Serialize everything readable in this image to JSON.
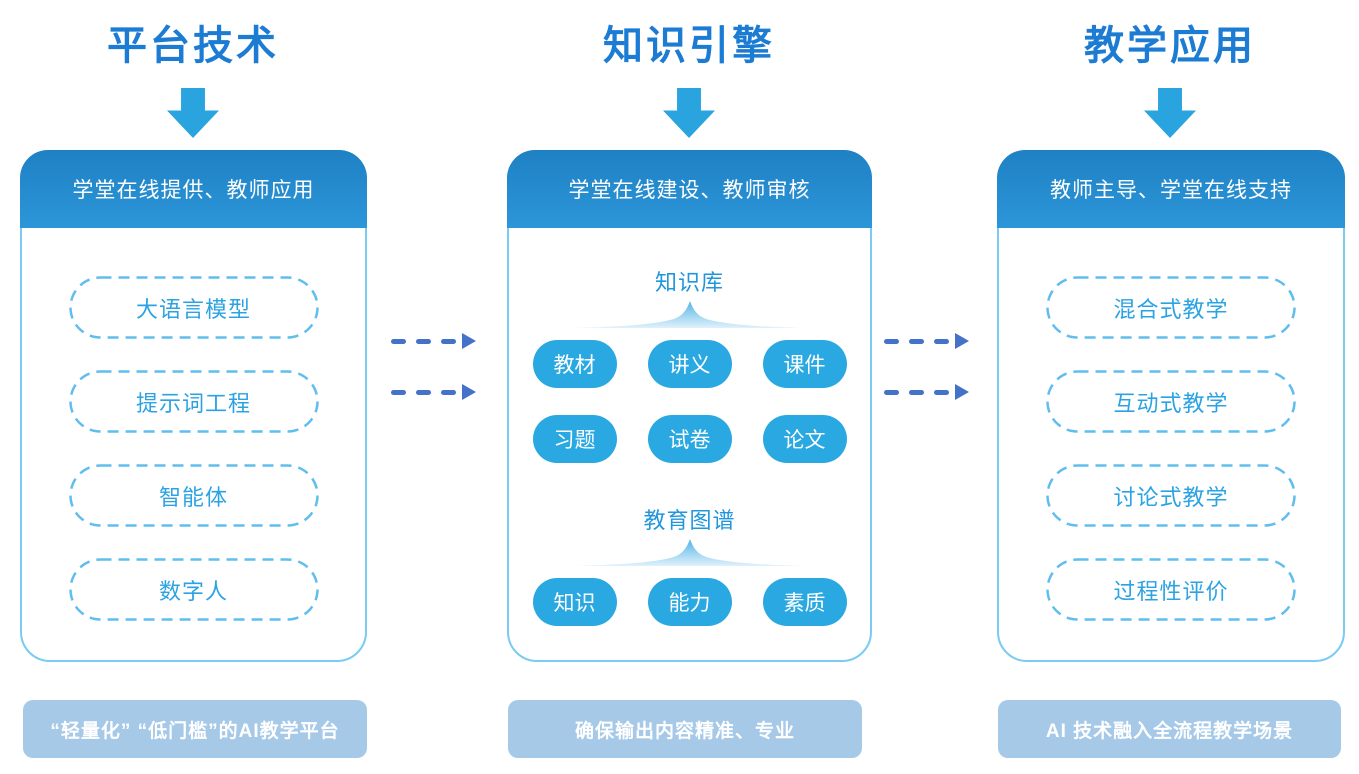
{
  "columns": [
    {
      "title": "平台技术",
      "card_header": "学堂在线提供、教师应用",
      "items": [
        "大语言模型",
        "提示词工程",
        "智能体",
        "数字人"
      ],
      "banner": "“轻量化” “低门槛”的AI教学平台"
    },
    {
      "title": "知识引擎",
      "card_header": "学堂在线建设、教师审核",
      "sections": [
        {
          "label": "知识库",
          "pills": [
            "教材",
            "讲义",
            "课件",
            "习题",
            "试卷",
            "论文"
          ]
        },
        {
          "label": "教育图谱",
          "pills": [
            "知识",
            "能力",
            "素质"
          ]
        }
      ],
      "banner": "确保输出内容精准、专业"
    },
    {
      "title": "教学应用",
      "card_header": "教师主导、学堂在线支持",
      "items": [
        "混合式教学",
        "互动式教学",
        "讨论式教学",
        "过程性评价"
      ],
      "banner": "AI 技术融入全流程教学场景"
    }
  ],
  "icons": {
    "down_arrow": "solid block arrow pointing down",
    "dashed_arrow": "dashed arrow pointing right",
    "brace": "curved gradient brace under section label"
  },
  "colors": {
    "title_blue": "#1C7CD4",
    "block_arrow_blue": "#29A4DF",
    "card_border_blue": "#7ACCF2",
    "header_gradient_top": "#1E81C4",
    "header_gradient_bottom": "#2C96D8",
    "dashed_pill_border": "#5FBEEE",
    "dashed_pill_text": "#2BA3E3",
    "solid_pill_blue": "#29A8E1",
    "section_label_blue": "#2196DC",
    "banner_bg": "#A6C9E8",
    "connector_blue": "#4472C8",
    "background": "#FFFFFF"
  }
}
